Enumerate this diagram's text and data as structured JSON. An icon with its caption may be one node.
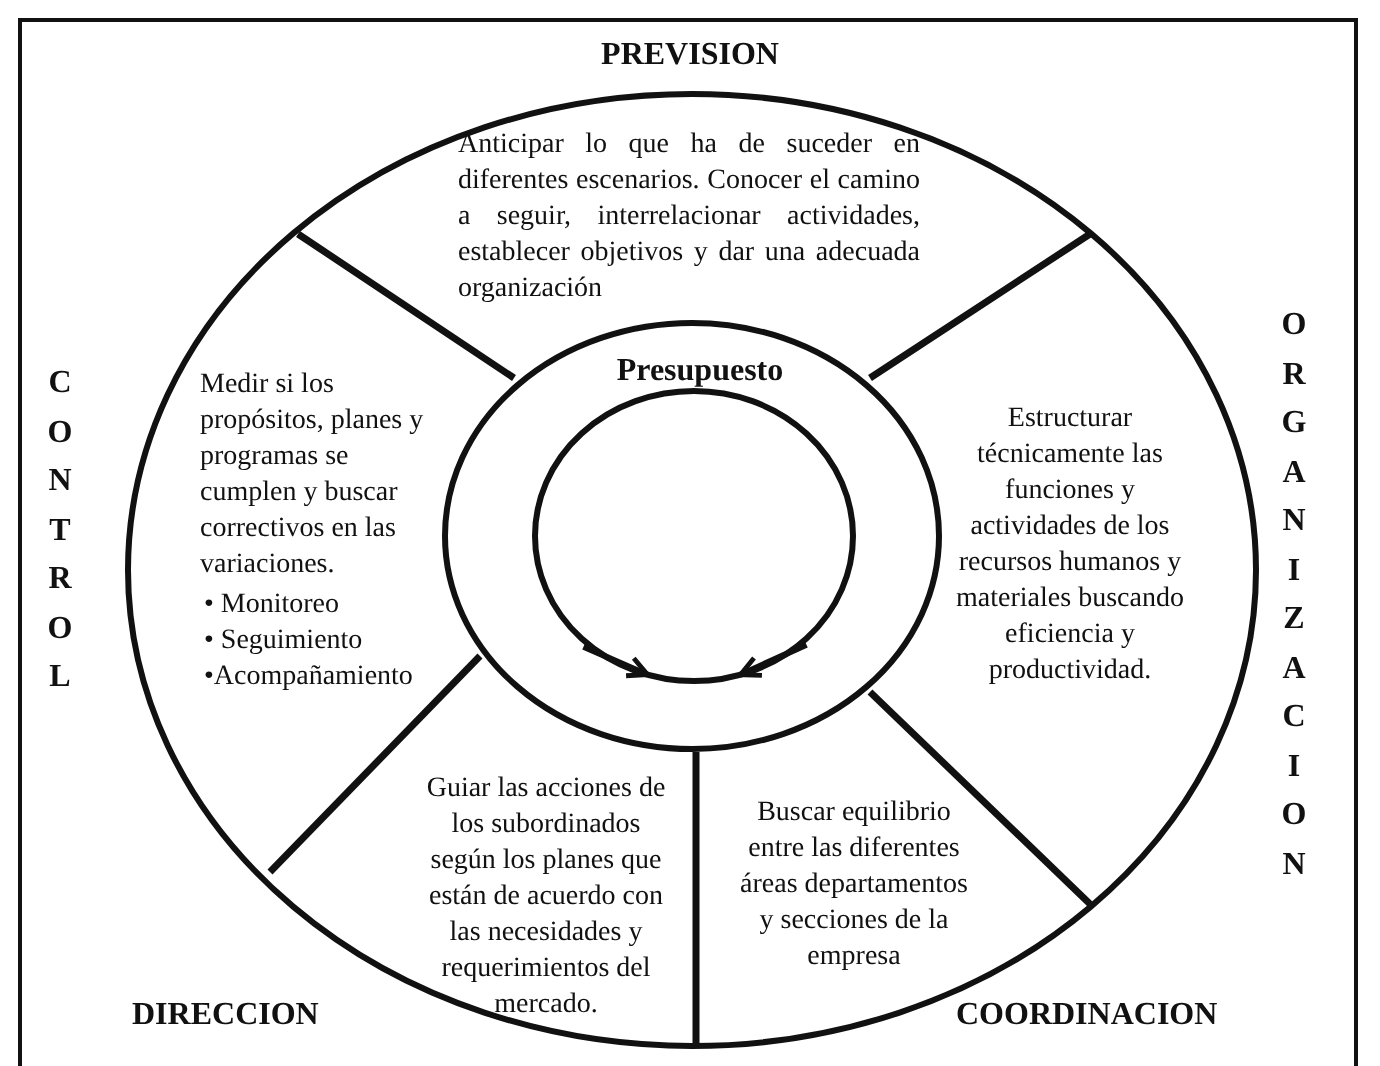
{
  "diagram": {
    "nodes": [
      {
        "text": [
          "PREVISION",
          "Anticipar lo que ha de suceder en diferentes escenarios. Conocer el camino a seguir, interrelacionar actividades, establecer objetivos y dar una adecuada organización"
        ]
      },
      {
        "text": [
          "CONTROL",
          "Medir si los propósitos, planes y programas se cumplen y buscar correctivos en las variaciones.",
          "• Monitoreo",
          "• Seguimiento",
          "•Acompañamiento"
        ]
      },
      {
        "text": [
          "Presupuesto"
        ]
      },
      {
        "text": [],
        "shape": "circle",
        "in": 2
      },
      {
        "text": [
          "Estructurar técnicamente las funciones y actividades de los recursos humanos y materiales buscando eficiencia y productividad.",
          "ORGANIZACION"
        ]
      },
      {
        "text": [
          "Guiar las acciones de los subordinados según los planes que están de acuerdo con las necesidades y requerimientos del mercado.",
          "DIRECCION"
        ]
      },
      {
        "text": [
          "Buscar equilibrio entre las diferentes áreas departamentos y secciones de la empresa",
          "COORDINACION"
        ]
      }
    ],
    "edges": [
      {
        "from": null,
        "to": 3,
        "arrow": "to"
      },
      {
        "from": null,
        "to": 3,
        "arrow": "to"
      }
    ]
  }
}
